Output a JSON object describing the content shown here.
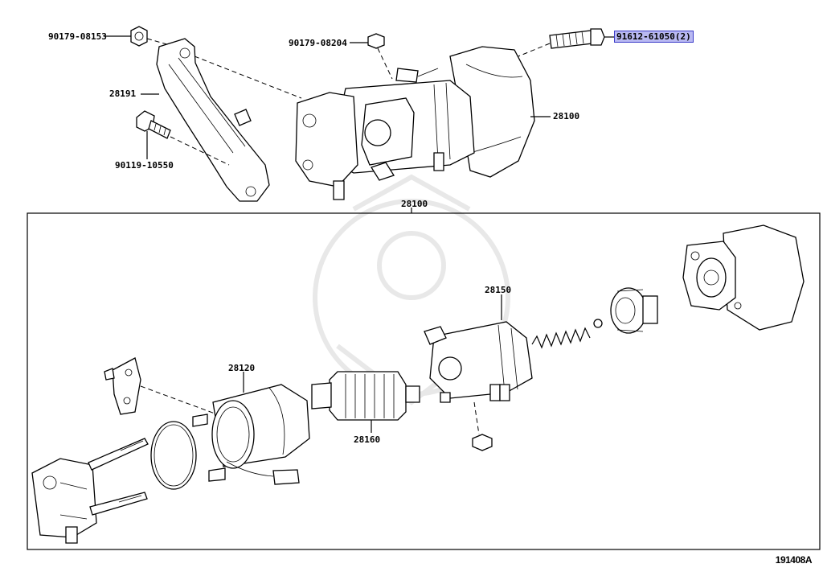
{
  "labels": {
    "top_left_bolt": "90179-08153",
    "top_nut": "90179-08204",
    "bracket": "28191",
    "lower_bolt": "90119-10550",
    "assembly_right": "28100",
    "highlighted_bolt": "91612-61050(2)",
    "assembly_box": "28100",
    "field_frame": "28120",
    "armature": "28160",
    "solenoid": "28150"
  },
  "figure_id": "191408A"
}
